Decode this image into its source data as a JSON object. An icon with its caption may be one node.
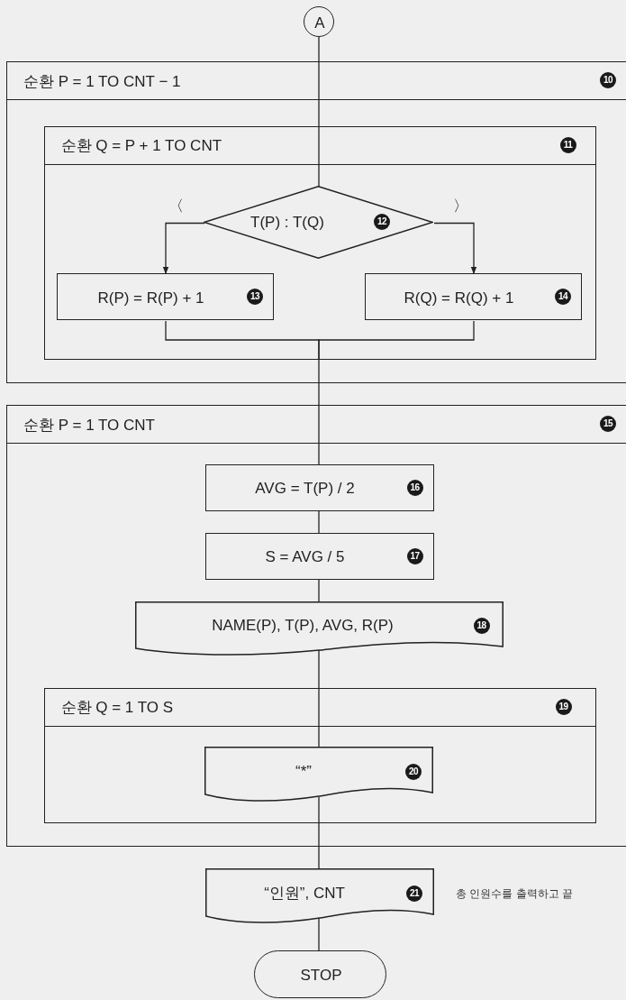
{
  "diagram": {
    "nodes": [
      {
        "text": [
          "A"
        ]
      },
      {
        "text": [
          "순환 P = 1 TO CNT − 1",
          "10"
        ]
      },
      {
        "text": [
          "순환 Q = P + 1 TO CNT",
          "11"
        ],
        "in": 1
      },
      {
        "text": [
          "T(P) : T(Q)",
          "12"
        ],
        "in": 2
      },
      {
        "text": [
          "R(P) = R(P) + 1",
          "13"
        ],
        "in": 2
      },
      {
        "text": [
          "R(Q) = R(Q) + 1",
          "14"
        ],
        "in": 2
      },
      {
        "text": [
          "순환 P = 1 TO CNT",
          "15"
        ]
      },
      {
        "text": [
          "AVG = T(P) / 2",
          "16"
        ],
        "in": 6
      },
      {
        "text": [
          "S = AVG / 5",
          "17"
        ],
        "in": 6
      },
      {
        "text": [
          "NAME(P), T(P), AVG, R(P)",
          "18"
        ],
        "in": 6
      },
      {
        "text": [
          "순환 Q = 1 TO S",
          "19"
        ],
        "in": 6
      },
      {
        "text": [
          "“*”",
          "20"
        ],
        "in": 10
      },
      {
        "text": [
          "“인원”, CNT",
          "21"
        ],
        "beside": [
          "총 인원수를 출력하고 끝"
        ]
      },
      {
        "text": [
          "STOP"
        ]
      }
    ],
    "edges": [
      {
        "from": 0,
        "to": 1,
        "arrow": "none"
      },
      {
        "from": 1,
        "to": 2,
        "arrow": "none"
      },
      {
        "from": 2,
        "to": 3,
        "arrow": "none"
      },
      {
        "from": 3,
        "to": 4,
        "arrow": "to",
        "label": "〈"
      },
      {
        "from": 3,
        "to": 5,
        "arrow": "to",
        "label": "〉"
      },
      {
        "from": 4,
        "to": 2,
        "arrow": "none"
      },
      {
        "from": 5,
        "to": 2,
        "arrow": "none"
      },
      {
        "from": 2,
        "to": 1,
        "arrow": "none"
      },
      {
        "from": 1,
        "to": 6,
        "arrow": "none"
      },
      {
        "from": 6,
        "to": 7,
        "arrow": "none"
      },
      {
        "from": 7,
        "to": 8,
        "arrow": "none"
      },
      {
        "from": 8,
        "to": 9,
        "arrow": "none"
      },
      {
        "from": 9,
        "to": 10,
        "arrow": "none"
      },
      {
        "from": 10,
        "to": 11,
        "arrow": "none"
      },
      {
        "from": 11,
        "to": 10,
        "arrow": "none"
      },
      {
        "from": 10,
        "to": 6,
        "arrow": "none"
      },
      {
        "from": 6,
        "to": 12,
        "arrow": "none"
      },
      {
        "from": 12,
        "to": 13,
        "arrow": "none"
      }
    ]
  }
}
